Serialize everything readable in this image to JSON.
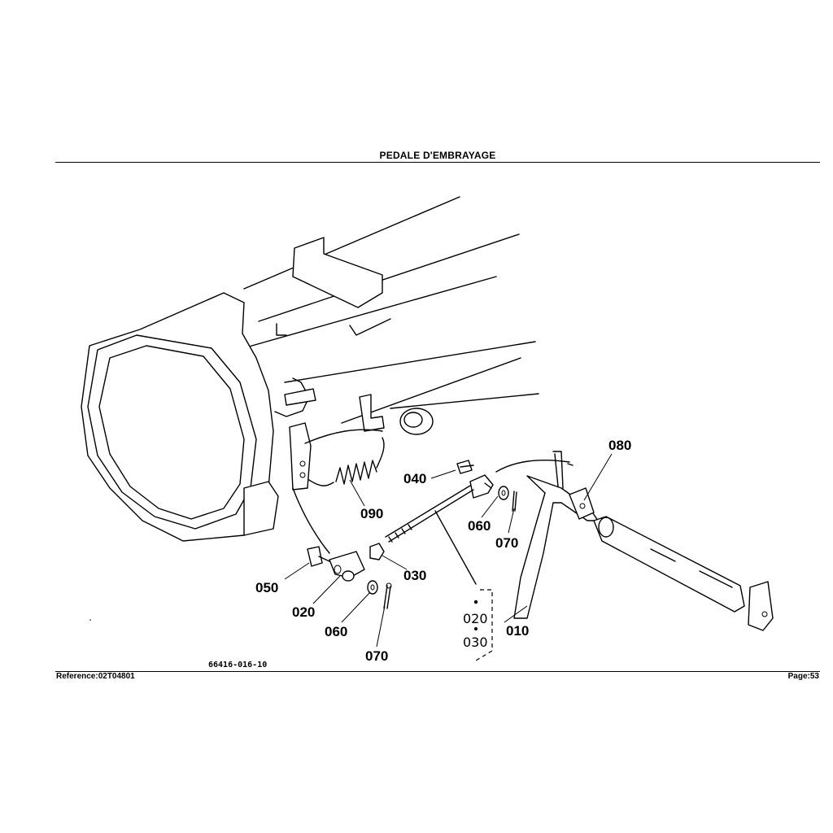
{
  "header": {
    "title": "PEDALE D'EMBRAYAGE"
  },
  "footer": {
    "reference": "Reference:02T04801",
    "page": "Page:53"
  },
  "diagram": {
    "drawing_code": "66416-016-10",
    "callouts": [
      "010",
      "020",
      "030",
      "040",
      "050",
      "060",
      "070",
      "080",
      "090"
    ],
    "labels": {
      "c080": "080",
      "c040": "040",
      "c060a": "060",
      "c070a": "070",
      "c090": "090",
      "c030": "030",
      "c050": "050",
      "c020": "020",
      "c060b": "060",
      "c070b": "070",
      "c010": "010"
    },
    "group_labels": {
      "g020": "020",
      "g030": "030"
    }
  }
}
